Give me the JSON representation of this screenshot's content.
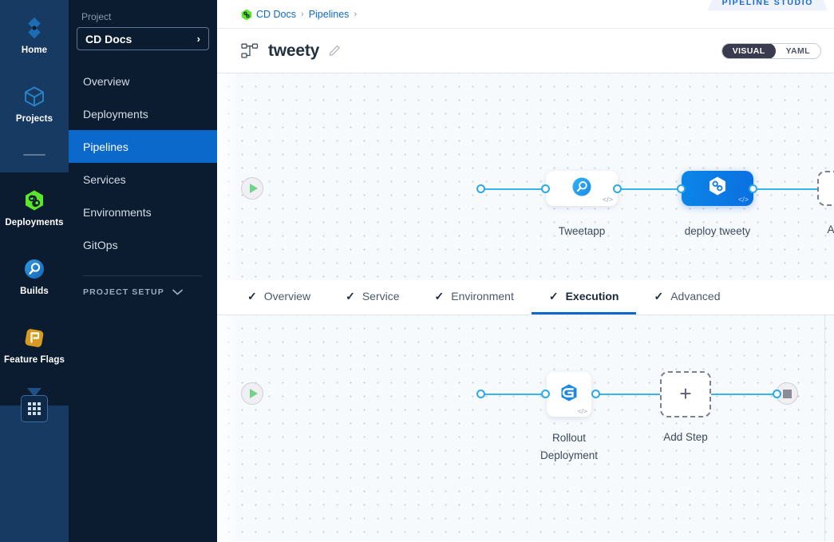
{
  "rail": {
    "items": [
      {
        "label": "Home",
        "icon": "home-diamond-icon",
        "lit": true
      },
      {
        "label": "Projects",
        "icon": "cube-icon",
        "lit": true
      },
      {
        "label": "Deployments",
        "icon": "deployments-hexagon-icon",
        "lit": false
      },
      {
        "label": "Builds",
        "icon": "builds-circle-icon",
        "lit": false
      },
      {
        "label": "Feature Flags",
        "icon": "feature-flag-icon",
        "lit": false
      }
    ],
    "expand_caret": "chevron-down-icon",
    "grid_button": "app-grid-icon"
  },
  "sidebar": {
    "section_label": "Project",
    "project_name": "CD Docs",
    "project_chevron": "›",
    "items": [
      {
        "label": "Overview",
        "active": false
      },
      {
        "label": "Deployments",
        "active": false
      },
      {
        "label": "Pipelines",
        "active": true
      },
      {
        "label": "Services",
        "active": false
      },
      {
        "label": "Environments",
        "active": false
      },
      {
        "label": "GitOps",
        "active": false
      }
    ],
    "setup_label": "PROJECT SETUP",
    "setup_chevron": "⌄"
  },
  "header": {
    "studio_badge": "PIPELINE STUDIO",
    "breadcrumb": [
      {
        "label": "CD Docs",
        "link": true
      },
      {
        "label": "Pipelines",
        "link": true
      }
    ],
    "breadcrumb_separator": "›",
    "pipeline_title": "tweety",
    "edit_icon": "pencil-icon",
    "pipeline_icon": "pipeline-graph-icon",
    "view_toggle": {
      "visual": "VISUAL",
      "yaml": "YAML",
      "selected": "VISUAL"
    }
  },
  "stage_canvas": {
    "start_node": "start-play-node",
    "end_node": "end-stop-node",
    "nodes": [
      {
        "label": "Tweetapp",
        "icon": "harness-service-icon",
        "selected": false,
        "code_icon": "</>"
      },
      {
        "label": "deploy tweety",
        "icon": "harness-deploy-icon",
        "selected": true,
        "code_icon": "</>"
      }
    ],
    "add_stage": {
      "label": "Add Stage",
      "plus": "+"
    }
  },
  "tabs": [
    {
      "label": "Overview",
      "check": "✓",
      "active": false
    },
    {
      "label": "Service",
      "check": "✓",
      "active": false
    },
    {
      "label": "Environment",
      "check": "✓",
      "active": false
    },
    {
      "label": "Execution",
      "check": "✓",
      "active": true
    },
    {
      "label": "Advanced",
      "check": "✓",
      "active": false
    }
  ],
  "step_canvas": {
    "start_node": "start-play-node",
    "end_node": "end-stop-node",
    "steps": [
      {
        "label_line1": "Rollout",
        "label_line2": "Deployment",
        "icon": "rollout-deployment-icon",
        "code_icon": "</>"
      }
    ],
    "add_step": {
      "label": "Add Step",
      "plus": "+"
    }
  },
  "colors": {
    "accent_blue": "#0b69cc",
    "edge_blue": "#38b5f1",
    "rail_bg": "#0b1c30",
    "rail_lit": "#173a62",
    "canvas_bg": "#f7fafd",
    "selected_node": "#0b6fe0",
    "green": "#6fd38a"
  }
}
